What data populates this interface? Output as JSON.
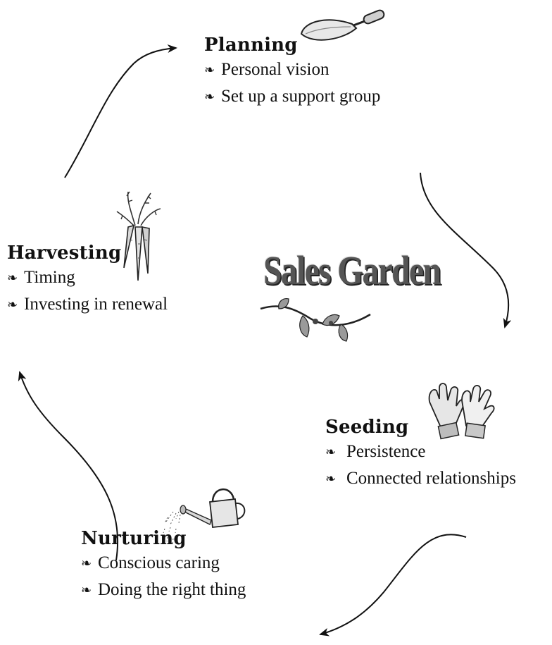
{
  "center": {
    "title": "Sales Garden"
  },
  "stages": {
    "planning": {
      "title": "Planning",
      "items": [
        "Personal vision",
        "Set up a support group"
      ],
      "illustration": "trowel-icon"
    },
    "seeding": {
      "title": "Seeding",
      "items": [
        "Persistence",
        "Connected relationships"
      ],
      "illustration": "gloves-icon"
    },
    "nurturing": {
      "title": "Nurturing",
      "items": [
        "Conscious caring",
        "Doing the right thing"
      ],
      "illustration": "watering-can-icon"
    },
    "harvesting": {
      "title": "Harvesting",
      "items": [
        "Timing",
        "Investing in renewal"
      ],
      "illustration": "carrots-icon"
    }
  },
  "bullet_glyph": "❧",
  "colors": {
    "ink": "#111111",
    "title_gray": "#555555",
    "background": "#ffffff"
  }
}
